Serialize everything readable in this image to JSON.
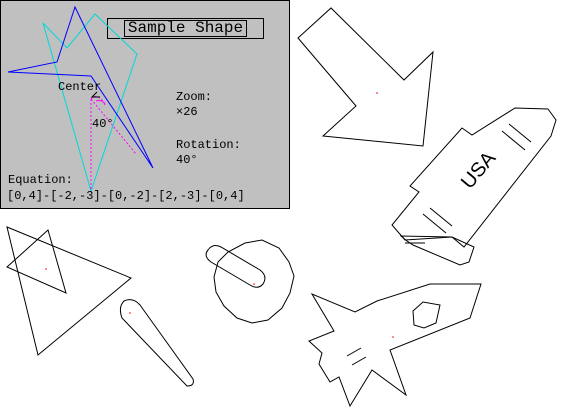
{
  "panel": {
    "title": "Sample Shape",
    "center_label": "Center",
    "angle_label": "40°",
    "zoom_label": "Zoom:",
    "zoom_value": "×26",
    "rotation_label": "Rotation:",
    "rotation_value": "40°",
    "equation_label": "Equation:",
    "equation_value": "[0,4]-[-2,-3]-[0,-2]-[2,-3]-[0,4]",
    "colors": {
      "background": "#c0c0c0",
      "rotated_shape": "#0000ff",
      "original_shape": "#00ffff",
      "guide": "#ff00ff"
    }
  },
  "shapes": [
    "arrow",
    "rocket",
    "triangle-pair",
    "club",
    "sprocket-with-handle",
    "spaceship"
  ],
  "rocket_label": "USA"
}
